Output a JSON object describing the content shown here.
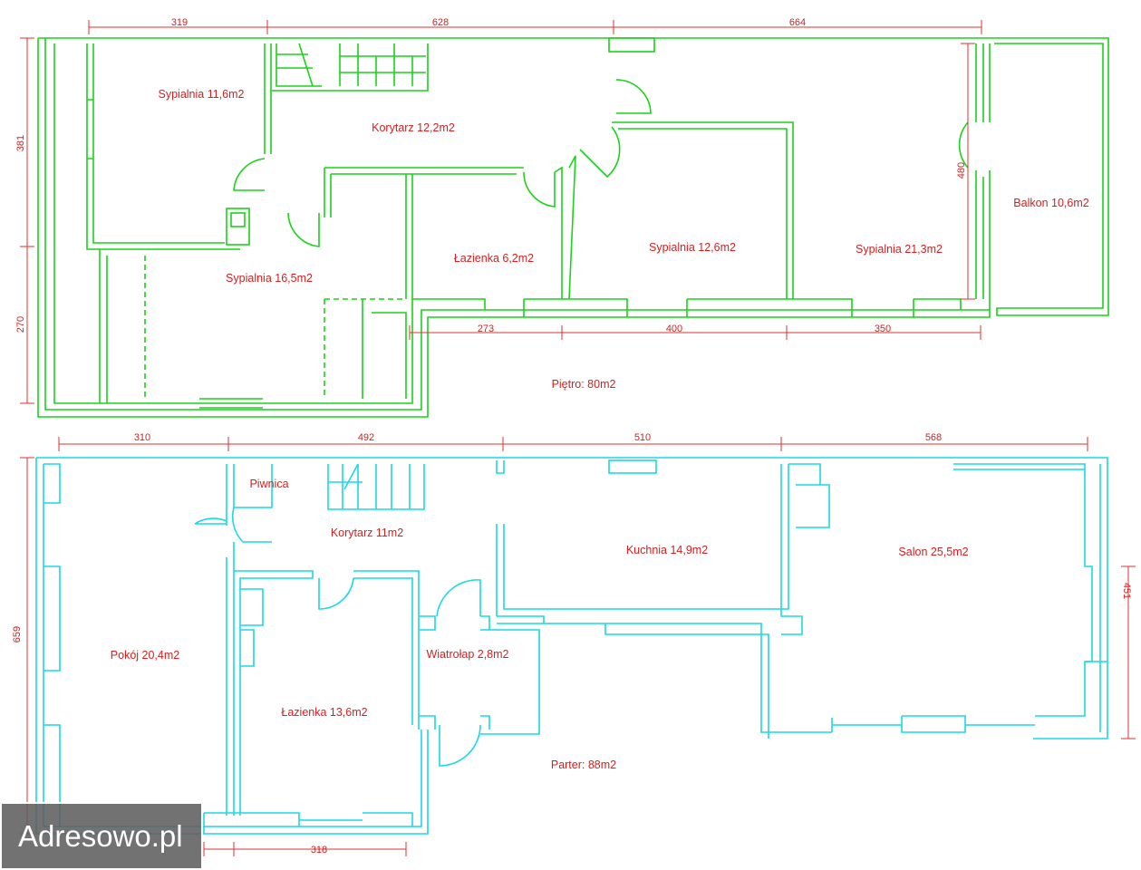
{
  "upper_floor": {
    "name": "Piętro: 80m2",
    "rooms": {
      "sypialnia_a": "Sypialnia 11,6m2",
      "korytarz": "Korytarz 12,2m2",
      "sypialnia_b": "Sypialnia 16,5m2",
      "lazienka": "Łazienka 6,2m2",
      "sypialnia_c": "Sypialnia 12,6m2",
      "sypialnia_d": "Sypialnia 21,3m2",
      "balkon": "Balkon 10,6m2"
    },
    "dimensions": {
      "top_1": "319",
      "top_2": "628",
      "top_3": "664",
      "left_1": "381",
      "left_2": "270",
      "inner_1": "273",
      "inner_2": "400",
      "inner_3": "350",
      "balcony": "480"
    }
  },
  "ground_floor": {
    "name": "Parter: 88m2",
    "rooms": {
      "pokoj": "Pokój 20,4m2",
      "piwnica": "Piwnica",
      "korytarz": "Korytarz 11m2",
      "kuchnia": "Kuchnia 14,9m2",
      "salon": "Salon 25,5m2",
      "wiatrolap": "Wiatrołap 2,8m2",
      "lazienka": "Łazienka 13,6m2"
    },
    "dimensions": {
      "top_1": "310",
      "top_2": "492",
      "top_3": "510",
      "top_4": "568",
      "left": "659",
      "right": "451",
      "bottom": "318"
    }
  },
  "colors": {
    "upper_walls": "#19d419",
    "ground_walls": "#19d9e6",
    "annotations": "#d42020"
  },
  "watermark": "Adresowo.pl"
}
